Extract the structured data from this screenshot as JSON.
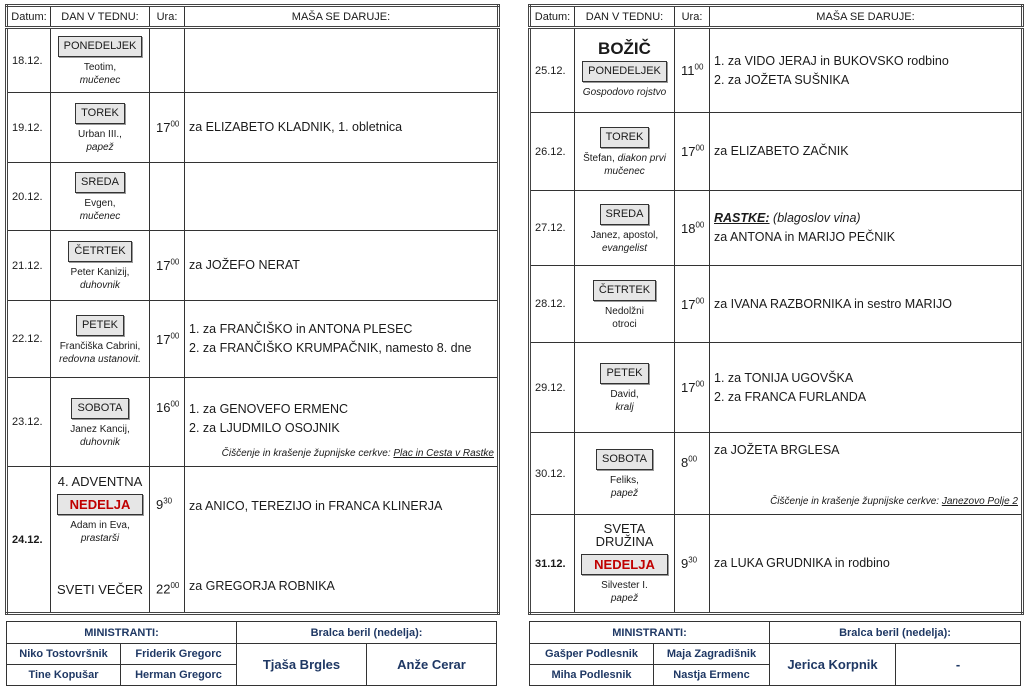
{
  "headers": {
    "date": "Datum:",
    "day": "DAN V TEDNU:",
    "time": "Ura:",
    "mass": "MAŠA SE DARUJE:"
  },
  "weeks": [
    {
      "rows": [
        {
          "date": "18.12.",
          "day": "PONEDELJEK",
          "saint": "Teotim,",
          "title": "mučenec",
          "masses": []
        },
        {
          "date": "19.12.",
          "day": "TOREK",
          "saint": "Urban III.,",
          "title": "papež",
          "hour": "17",
          "min": "00",
          "masses": [
            "za ELIZABETO KLADNIK, 1. obletnica"
          ]
        },
        {
          "date": "20.12.",
          "day": "SREDA",
          "saint": "Evgen,",
          "title": "mučenec",
          "masses": []
        },
        {
          "date": "21.12.",
          "day": "ČETRTEK",
          "saint": "Peter Kanizij,",
          "title": "duhovnik",
          "hour": "17",
          "min": "00",
          "masses": [
            "za JOŽEFO NERAT"
          ]
        },
        {
          "date": "22.12.",
          "day": "PETEK",
          "saint": "Frančiška Cabrini,",
          "title": "redovna ustanovit.",
          "hour": "17",
          "min": "00",
          "masses": [
            "1. za FRANČIŠKO in ANTONA PLESEC",
            "2. za FRANČIŠKO KRUMPAČNIK, namesto 8. dne"
          ]
        },
        {
          "date": "23.12.",
          "day": "SOBOTA",
          "saint": "Janez Kancij,",
          "title": "duhovnik",
          "hour": "16",
          "min": "00",
          "masses": [
            "1. za GENOVEFO ERMENC",
            "2. za LJUDMILO OSOJNIK"
          ],
          "note": {
            "label": "Čiščenje in krašenje župnijske cerkve:",
            "place": "Plac in Cesta v Rastke"
          }
        },
        {
          "date": "24.12.",
          "bold": true,
          "top": "4. ADVENTNA",
          "day": "NEDELJA",
          "red": true,
          "saint": "Adam in Eva,",
          "title": "prastarši",
          "hour": "9",
          "min": "30",
          "masses": [
            "za ANICO, TEREZIJO in FRANCA KLINERJA"
          ],
          "evening": {
            "label": "SVETI VEČER",
            "hour": "22",
            "min": "00",
            "mass": "za GREGORJA ROBNIKA"
          }
        }
      ],
      "footer": {
        "title": "MINISTRANTI:",
        "readers_title": "Bralca beril (nedelja):",
        "servers": [
          "Niko Tostovršnik",
          "Friderik Gregorc",
          "Tine Kopušar",
          "Herman Gregorc"
        ],
        "readers": [
          "Tjaša Brgles",
          "Anže Cerar"
        ]
      }
    },
    {
      "rows": [
        {
          "date": "25.12.",
          "top": "BOŽIČ",
          "topBig": true,
          "day": "PONEDELJEK",
          "saint": "",
          "title": "Gospodovo rojstvo",
          "hour": "11",
          "min": "00",
          "masses": [
            "1. za VIDO JERAJ in BUKOVSKO rodbino",
            "2. za JOŽETA SUŠNIKA"
          ]
        },
        {
          "date": "26.12.",
          "day": "TOREK",
          "saint": "Štefan,",
          "title": "diakon prvi mučenec",
          "inline": true,
          "hour": "17",
          "min": "00",
          "masses": [
            "za ELIZABETO ZAČNIK"
          ]
        },
        {
          "date": "27.12.",
          "day": "SREDA",
          "saint": "Janez, apostol,",
          "title": "evangelist",
          "hour": "18",
          "min": "00",
          "rastke": "RASTKE:",
          "blessing": "(blagoslov vina)",
          "masses": [
            "za ANTONA in MARIJO PEČNIK"
          ]
        },
        {
          "date": "28.12.",
          "day": "ČETRTEK",
          "saint": "Nedolžni",
          "title": "otroci",
          "plain": true,
          "hour": "17",
          "min": "00",
          "masses": [
            "za IVANA RAZBORNIKA in sestro MARIJO"
          ]
        },
        {
          "date": "29.12.",
          "day": "PETEK",
          "saint": "David,",
          "title": "kralj",
          "hour": "17",
          "min": "00",
          "masses": [
            "1. za TONIJA UGOVŠKA",
            "2. za FRANCA FURLANDA"
          ]
        },
        {
          "date": "30.12.",
          "day": "SOBOTA",
          "saint": "Feliks,",
          "title": "papež",
          "hour": "8",
          "min": "00",
          "masses": [
            "za JOŽETA BRGLESA"
          ],
          "note": {
            "label": "Čiščenje in krašenje župnijske cerkve:",
            "place": "Janezovo Polje 2"
          }
        },
        {
          "date": "31.12.",
          "bold": true,
          "top": "SVETA DRUŽINA",
          "day": "NEDELJA",
          "red": true,
          "saint": "Silvester I.",
          "title": "papež",
          "hour": "9",
          "min": "30",
          "masses": [
            "za LUKA GRUDNIKA in rodbino"
          ]
        }
      ],
      "footer": {
        "title": "MINISTRANTI:",
        "readers_title": "Bralca beril (nedelja):",
        "servers": [
          "Gašper Podlesnik",
          "Maja Zagradišnik",
          "Miha Podlesnik",
          "Nastja Ermenc"
        ],
        "readers": [
          "Jerica Korpnik",
          "-"
        ]
      }
    }
  ]
}
